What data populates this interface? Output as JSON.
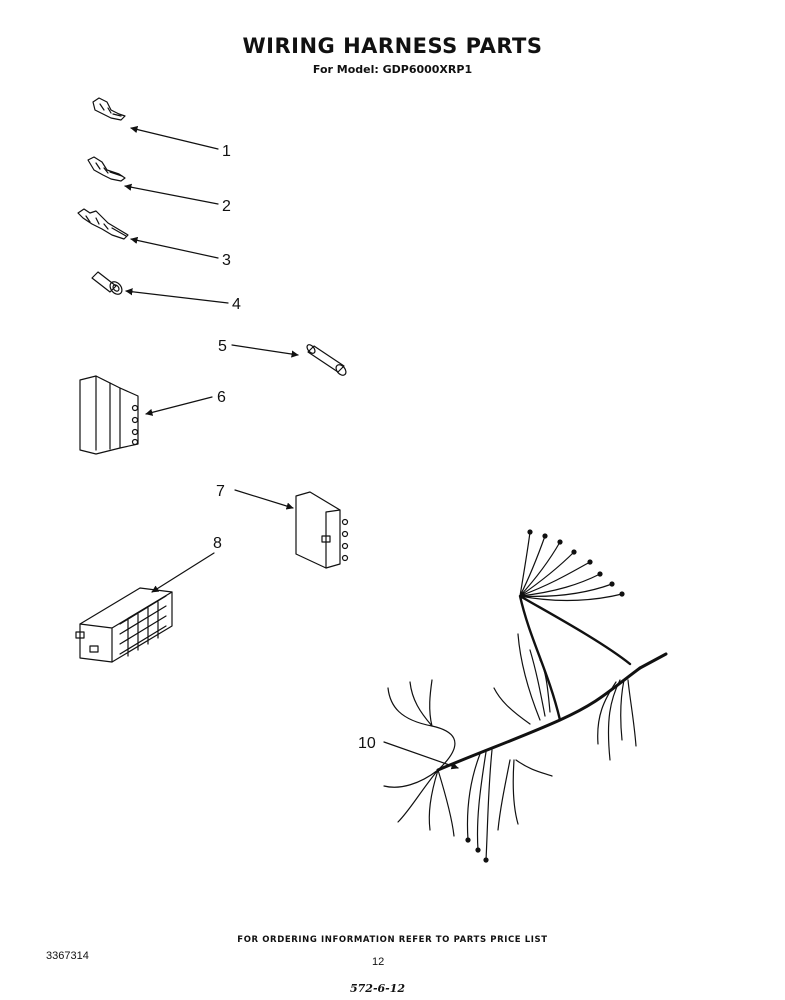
{
  "document": {
    "title": "WIRING HARNESS PARTS",
    "subtitle": "For Model: GDP6000XRP1",
    "ordering_note": "FOR ORDERING INFORMATION REFER TO PARTS PRICE LIST",
    "document_number": "3367314",
    "page_number": "12",
    "handwritten_note": "572-6-12"
  },
  "diagram": {
    "callouts": [
      {
        "id": "1",
        "part": "terminal-1"
      },
      {
        "id": "2",
        "part": "terminal-2"
      },
      {
        "id": "3",
        "part": "terminal-3"
      },
      {
        "id": "4",
        "part": "wire-nut"
      },
      {
        "id": "5",
        "part": "splice-connector"
      },
      {
        "id": "6",
        "part": "connector-block-6"
      },
      {
        "id": "7",
        "part": "connector-block-7"
      },
      {
        "id": "8",
        "part": "multi-pin-connector"
      },
      {
        "id": "10",
        "part": "main-wiring-harness"
      }
    ]
  }
}
